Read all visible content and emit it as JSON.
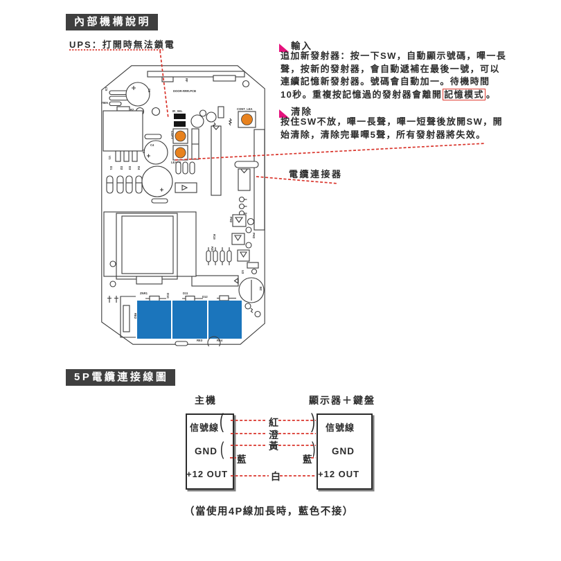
{
  "colors": {
    "title_bg": "#3f3f3f",
    "accent_red": "#d9342b",
    "marker_magenta": "#e5127d",
    "button_orange": "#e8821e",
    "relay_blue": "#1b75bc"
  },
  "section1": {
    "title": "內部機構說明",
    "ups_note": "UPS：打開時無法鎖電",
    "input": {
      "header": "輸入",
      "lines": [
        "追加新發射器：按一下SW，自動顯示號碼，嗶一長",
        "聲，按新的發射器，會自動遞補在最後一號，可以",
        "連續記憶新發射器。號碼會自動加一。待機時間"
      ],
      "line4_prefix": "10秒。重複按記憶過的發射器會離開",
      "line4_boxed": "記憶模式",
      "line4_suffix": "。"
    },
    "clear": {
      "header": "清除",
      "lines": [
        "按住SW不放，嗶一長聲，嗶一短聲後放開SW，開",
        "始清除，清除完畢嗶5聲，所有發射器將失效。"
      ]
    },
    "cable_label": "電纜連接器"
  },
  "pcb": {
    "labels": {
      "rf": "RF",
      "board": "DOOR-RRR.PCB",
      "c5": "C5",
      "c6": "C6",
      "reg": "7805",
      "r2": "R2",
      "u1": "U1",
      "d1": "D1",
      "d2": "D2",
      "d3": "D3",
      "d4": "D4",
      "c4": "C4",
      "c3": "C3",
      "ir_sel": "IR_SEL",
      "copy": "COPY",
      "learn": "LEARN",
      "cont_lea": "CONT_LEA",
      "ph2": "PH2",
      "ph3": "PH3",
      "r19": "R19",
      "r20": "R20",
      "u3": "U3",
      "bz": "BZ",
      "znr1": "ZNR1",
      "d10": "D10",
      "d11": "D11",
      "d12": "D12",
      "re2": "RE2",
      "re3": "RE3",
      "re4": "RE4"
    }
  },
  "section2": {
    "title": "5P電纜連接線圖",
    "left_title": "主機",
    "right_title": "顯示器＋鍵盤",
    "rows": {
      "signal": "信號線",
      "gnd": "GND",
      "v12": "+12 OUT"
    },
    "wires": {
      "red": "紅",
      "orange": "澄",
      "yellow": "黃",
      "blue": "藍",
      "white": "白"
    },
    "paren_open": "(",
    "paren_close": ")",
    "note": "（當使用4P線加長時，藍色不接）"
  }
}
